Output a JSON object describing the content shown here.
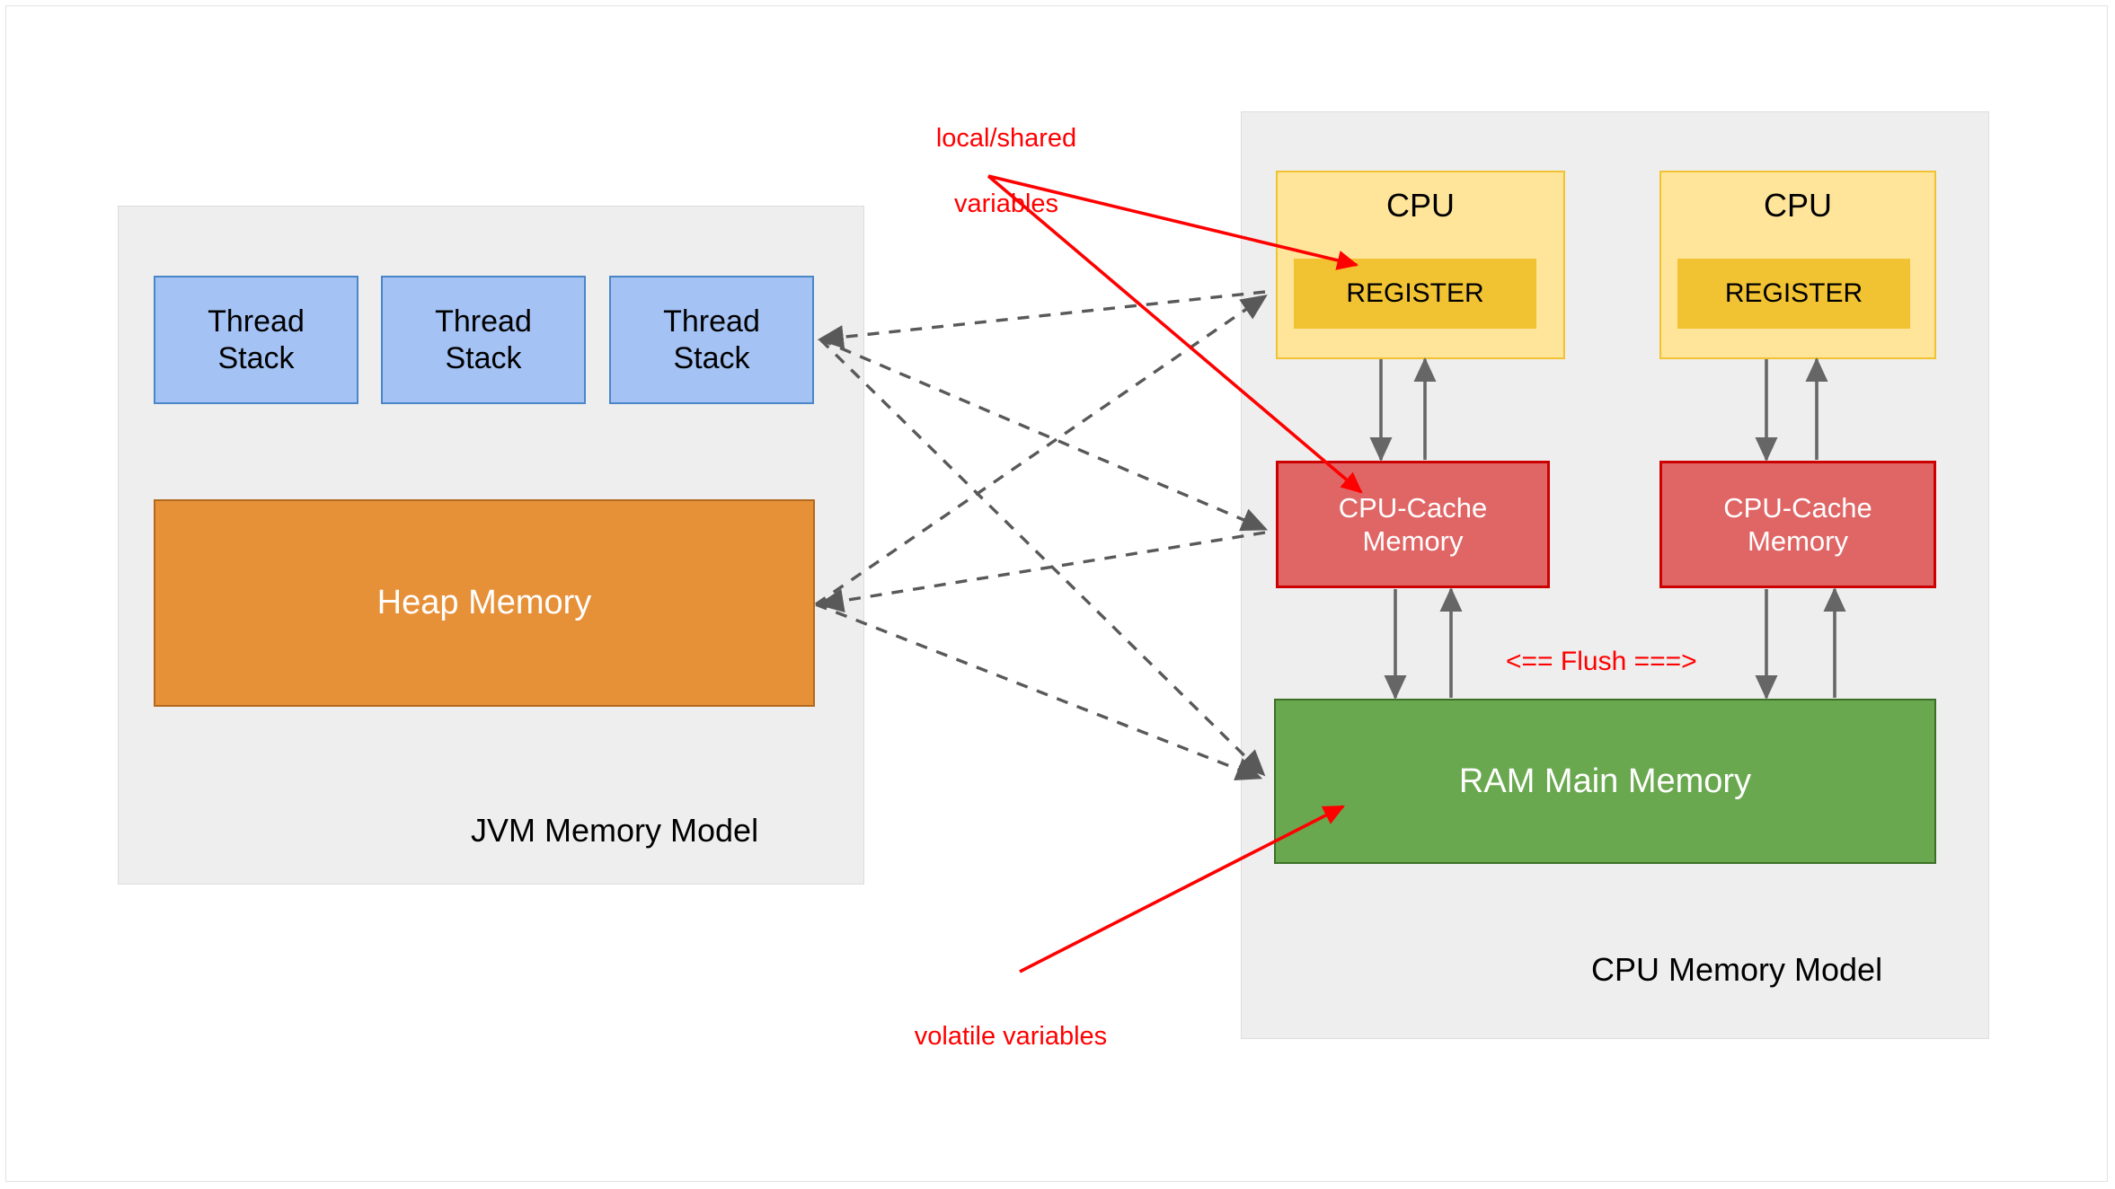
{
  "diagram": {
    "title_hidden": "",
    "groups": [
      {
        "id": "jvm",
        "label": "JVM Memory Model"
      },
      {
        "id": "cpu",
        "label": "CPU Memory Model"
      }
    ],
    "jvm": {
      "label": "JVM Memory Model",
      "thread_stacks": [
        {
          "line1": "Thread",
          "line2": "Stack"
        },
        {
          "line1": "Thread",
          "line2": "Stack"
        },
        {
          "line1": "Thread",
          "line2": "Stack"
        }
      ],
      "heap": {
        "label": "Heap Memory"
      }
    },
    "cpu_model": {
      "label": "CPU Memory Model",
      "cpus": [
        {
          "title": "CPU",
          "register": "REGISTER",
          "cache_line1": "CPU-Cache",
          "cache_line2": "Memory"
        },
        {
          "title": "CPU",
          "register": "REGISTER",
          "cache_line1": "CPU-Cache",
          "cache_line2": "Memory"
        }
      ],
      "ram": {
        "label": "RAM Main Memory"
      },
      "flush_label": "<== Flush ===>"
    },
    "annotations": [
      {
        "id": "local-shared",
        "line1": "local/shared",
        "line2": "variables"
      },
      {
        "id": "volatile",
        "text": "volatile variables"
      }
    ],
    "colors": {
      "thread_stack_fill": "#a4c2f4",
      "thread_stack_stroke": "#4a86c8",
      "heap_fill": "#e69138",
      "heap_stroke": "#b36a1e",
      "cpu_fill": "#ffe599",
      "cpu_stroke": "#f1c232",
      "register_fill": "#f1c232",
      "cache_fill": "#e06666",
      "cache_stroke": "#cc0000",
      "ram_fill": "#6aa84f",
      "ram_stroke": "#3d7026",
      "group_fill": "#eeeeee",
      "group_stroke": "#dddddd",
      "annotation_red": "#ff0000",
      "dashed_arrow_gray": "#595959",
      "solid_arrow_gray": "#666666"
    }
  }
}
